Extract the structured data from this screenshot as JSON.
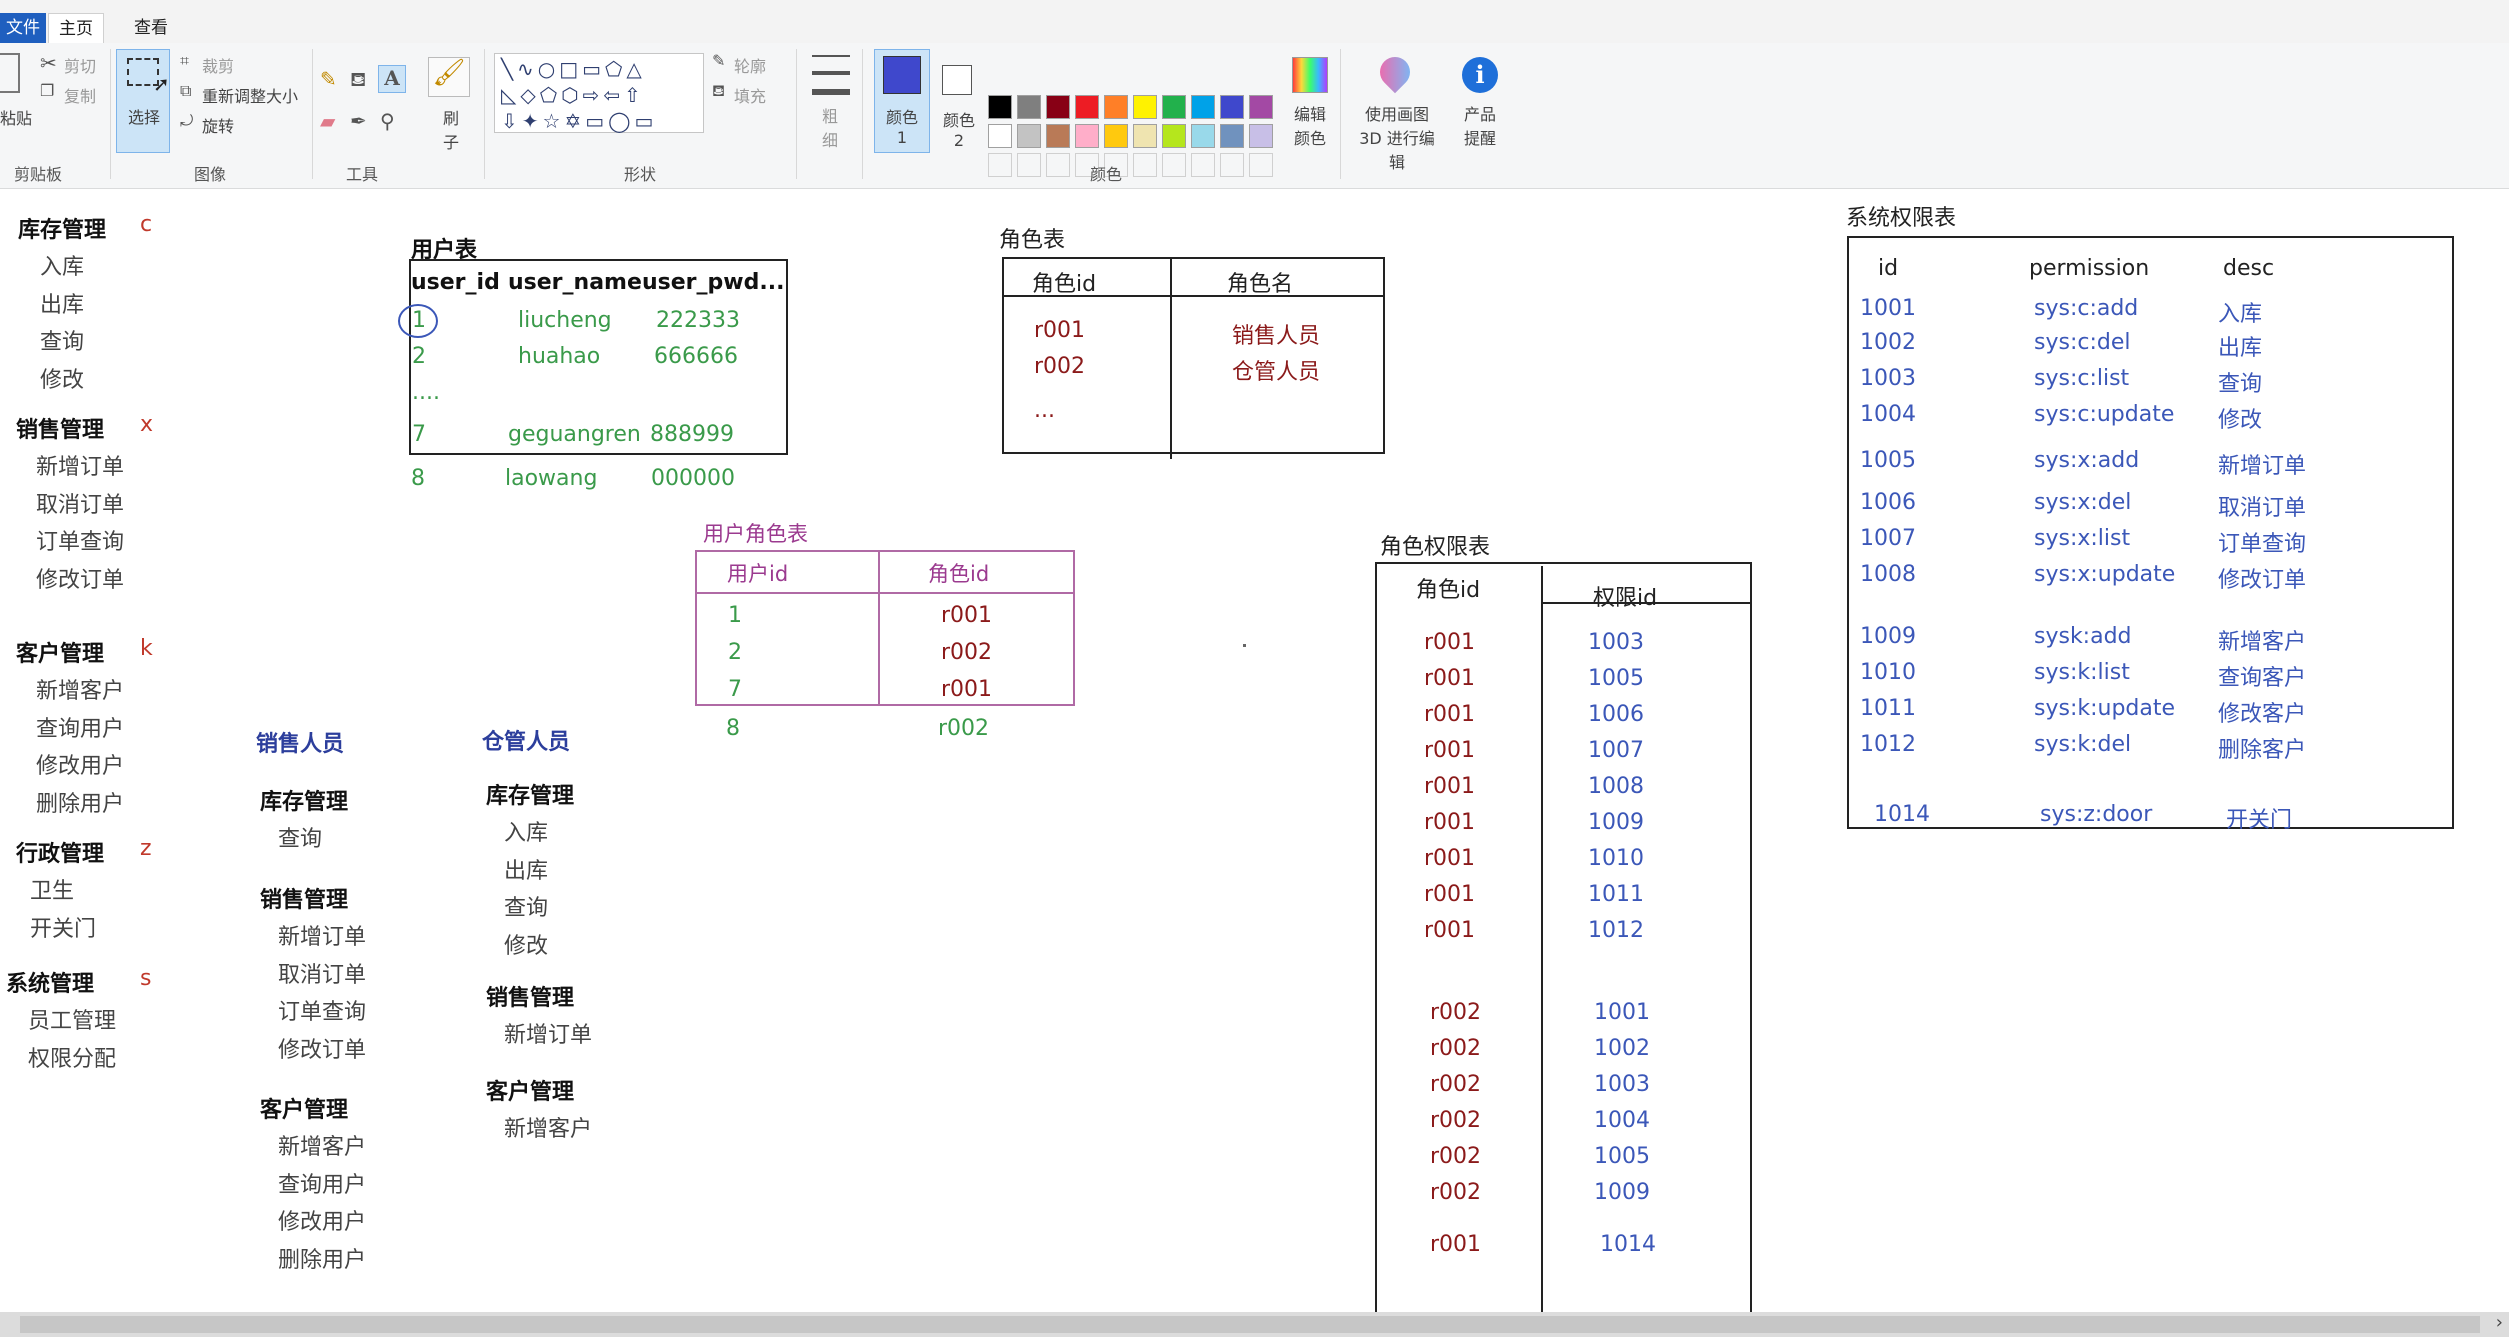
{
  "tabs": {
    "file": "文件",
    "home": "主页",
    "view": "查看"
  },
  "ribbon": {
    "paste": "粘贴",
    "cut": "剪切",
    "copy": "复制",
    "select": "选择",
    "crop": "裁剪",
    "resize": "重新调整大小",
    "rotate": "旋转",
    "brush": "刷子",
    "outline": "轮廓",
    "fill": "填充",
    "size": "粗细",
    "color1": "颜色 1",
    "color2": "颜色 2",
    "edit_colors": "编辑颜色",
    "paint3d": "使用画图 3D 进行编辑",
    "product_alert": "产品提醒",
    "groups": {
      "clipboard": "剪贴板",
      "image": "图像",
      "tools": "工具",
      "shapes": "形状",
      "colors": "颜色"
    },
    "palette_row1": [
      "#000000",
      "#7f7f7f",
      "#880015",
      "#ed1c24",
      "#ff7f27",
      "#fff200",
      "#22b14c",
      "#00a2e8",
      "#3f48cc",
      "#a349a4"
    ],
    "palette_row2": [
      "#ffffff",
      "#c3c3c3",
      "#b97a57",
      "#ffaec9",
      "#ffc90e",
      "#efe4b0",
      "#b5e61d",
      "#99d9ea",
      "#7092be",
      "#c8bfe7"
    ],
    "color1_value": "#3f48cc"
  },
  "menu": {
    "groups": [
      {
        "title": "库存管理",
        "code": "c",
        "items": [
          "入库",
          "出库",
          "查询",
          "修改"
        ]
      },
      {
        "title": "销售管理",
        "code": "x",
        "items": [
          "新增订单",
          "取消订单",
          "订单查询",
          "修改订单"
        ]
      },
      {
        "title": "客户管理",
        "code": "k",
        "items": [
          "新增客户",
          "查询用户",
          "修改用户",
          "删除用户"
        ]
      },
      {
        "title": "行政管理",
        "code": "z",
        "items": [
          "卫生",
          "开关门"
        ]
      },
      {
        "title": "系统管理",
        "code": "s",
        "items": [
          "员工管理",
          "权限分配"
        ]
      }
    ]
  },
  "sales_role": {
    "title": "销售人员",
    "sections": [
      {
        "title": "库存管理",
        "items": [
          "查询"
        ]
      },
      {
        "title": "销售管理",
        "items": [
          "新增订单",
          "取消订单",
          "订单查询",
          "修改订单"
        ]
      },
      {
        "title": "客户管理",
        "items": [
          "新增客户",
          "查询用户",
          "修改用户",
          "删除用户"
        ]
      }
    ]
  },
  "warehouse_role": {
    "title": "仓管人员",
    "sections": [
      {
        "title": "库存管理",
        "items": [
          "入库",
          "出库",
          "查询",
          "修改"
        ]
      },
      {
        "title": "销售管理",
        "items": [
          "新增订单"
        ]
      },
      {
        "title": "客户管理",
        "items": [
          "新增客户"
        ]
      }
    ]
  },
  "user_table": {
    "title": "用户表",
    "headers": [
      "user_id",
      "user_name",
      "user_pwd..."
    ],
    "rows": [
      [
        "1",
        "liucheng",
        "222333"
      ],
      [
        "2",
        "huahao",
        "666666"
      ],
      [
        "....",
        "",
        ""
      ],
      [
        "7",
        "geguangren",
        "888999"
      ]
    ],
    "extra_row": [
      "8",
      "laowang",
      "000000"
    ]
  },
  "role_table": {
    "title": "角色表",
    "headers": [
      "角色id",
      "角色名"
    ],
    "rows": [
      [
        "r001",
        "销售人员"
      ],
      [
        "r002",
        "仓管人员"
      ],
      [
        "...",
        ""
      ]
    ]
  },
  "user_role_table": {
    "title": "用户角色表",
    "headers": [
      "用户id",
      "角色id"
    ],
    "rows": [
      [
        "1",
        "r001"
      ],
      [
        "2",
        "r002"
      ],
      [
        "7",
        "r001"
      ]
    ],
    "extra_row": [
      "8",
      "r002"
    ]
  },
  "role_perm_table": {
    "title": "角色权限表",
    "headers": [
      "角色id",
      "权限id"
    ],
    "rows": [
      [
        "r001",
        "1003"
      ],
      [
        "r001",
        "1005"
      ],
      [
        "r001",
        "1006"
      ],
      [
        "r001",
        "1007"
      ],
      [
        "r001",
        "1008"
      ],
      [
        "r001",
        "1009"
      ],
      [
        "r001",
        "1010"
      ],
      [
        "r001",
        "1011"
      ],
      [
        "r001",
        "1012"
      ],
      [
        "r002",
        "1001"
      ],
      [
        "r002",
        "1002"
      ],
      [
        "r002",
        "1003"
      ],
      [
        "r002",
        "1004"
      ],
      [
        "r002",
        "1005"
      ],
      [
        "r002",
        "1009"
      ],
      [
        "r001",
        "1014"
      ]
    ]
  },
  "perm_table": {
    "title": "系统权限表",
    "headers": [
      "id",
      "permission",
      "desc"
    ],
    "rows": [
      [
        "1001",
        "sys:c:add",
        "入库"
      ],
      [
        "1002",
        "sys:c:del",
        "出库"
      ],
      [
        "1003",
        "sys:c:list",
        "查询"
      ],
      [
        "1004",
        "sys:c:update",
        "修改"
      ],
      [
        "1005",
        "sys:x:add",
        "新增订单"
      ],
      [
        "1006",
        "sys:x:del",
        "取消订单"
      ],
      [
        "1007",
        "sys:x:list",
        "订单查询"
      ],
      [
        "1008",
        "sys:x:update",
        "修改订单"
      ],
      [
        "1009",
        "sysk:add",
        "新增客户"
      ],
      [
        "1010",
        "sys:k:list",
        "查询客户"
      ],
      [
        "1011",
        "sys:k:update",
        "修改客户"
      ],
      [
        "1012",
        "sys:k:del",
        "删除客户"
      ],
      [
        "1014",
        "sys:z:door",
        "开关门"
      ]
    ]
  }
}
